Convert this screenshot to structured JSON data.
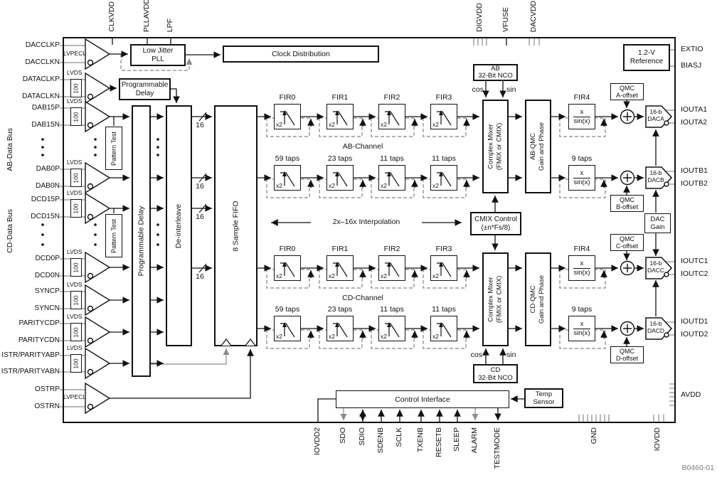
{
  "figure_code": "B0460-01",
  "bus_labels": {
    "ab": "AB-Data Bus",
    "cd": "CD-Data Bus"
  },
  "pins": {
    "left": [
      "DACCLKP",
      "DACCLKN",
      "DATACLKP",
      "DATACLKN",
      "DAB15P",
      "DAB15N",
      "DAB0P",
      "DAB0N",
      "DCD15P",
      "DCD15N",
      "DCD0P",
      "DCD0N",
      "SYNCP",
      "SYNCN",
      "PARITYCDP",
      "PARITYCDN",
      "ISTR/PARITYABP",
      "ISTR/PARITYABN",
      "OSTRP",
      "OSTRN"
    ],
    "top": [
      "CLKVDD",
      "PLLAVDD",
      "LPF",
      "DIGVDD",
      "VFUSE",
      "DACVDD"
    ],
    "bottom": [
      "IOVDD2",
      "SDO",
      "SDIO",
      "SDENB",
      "SCLK",
      "TXENB",
      "RESETB",
      "SLEEP",
      "ALARM",
      "TESTMODE",
      "GND",
      "IOVDD"
    ],
    "right": [
      "EXTIO",
      "BIASJ",
      "IOUTA1",
      "IOUTA2",
      "IOUTB1",
      "IOUTB2",
      "IOUTC1",
      "IOUTC2",
      "IOUTD1",
      "IOUTD2",
      "AVDD"
    ]
  },
  "io_types": {
    "lvpecl": "LVPECL",
    "lvds": "LVDS",
    "termination": "100"
  },
  "clocking": {
    "pll1": "Low Jitter",
    "pll2": "PLL",
    "clock_distribution": "Clock Distribution",
    "delay1": "Programmable",
    "delay2": "Delay"
  },
  "input_path": {
    "pattern_test": "Pattern Test",
    "programmable_delay": "Programmable Delay",
    "deinterleave": "De-interleave",
    "fifo": "8 Sample FIFO",
    "bus_width": "16"
  },
  "datapath": {
    "fir_names": [
      "FIR0",
      "FIR1",
      "FIR2",
      "FIR3"
    ],
    "fir_taps": [
      "59 taps",
      "23 taps",
      "11 taps",
      "11 taps"
    ],
    "x2": "x2",
    "ab_channel": "AB-Channel",
    "cd_channel": "CD-Channel",
    "interpolation": "2x–16x Interpolation",
    "fir4": "FIR4",
    "fir4_taps": "9 taps",
    "sinc_num": "x",
    "sinc_den": "sin(x)"
  },
  "mixing": {
    "nco_ab1": "AB",
    "nco_ab2": "32-Bit NCO",
    "nco_cd1": "CD",
    "nco_cd2": "32-Bit NCO",
    "cos": "cos",
    "sin": "sin",
    "mixer1": "Complex Mixer",
    "mixer2": "(FMIX or CMIX)",
    "qmc_ab1": "AB-QMC",
    "qmc_ab2": "Gain and Phase",
    "qmc_cd1": "CD-QMC",
    "qmc_cd2": "Gain and Phase",
    "cmix1": "CMIX Control",
    "cmix2": "(±n*Fs/8)"
  },
  "output_path": {
    "offsets": [
      [
        "QMC",
        "A-offset"
      ],
      [
        "QMC",
        "B-offset"
      ],
      [
        "QMC",
        "C-offset"
      ],
      [
        "QMC",
        "D-offset"
      ]
    ],
    "dac_gain1": "DAC",
    "dac_gain2": "Gain",
    "dac_bits": "16-b",
    "dac_names": [
      "DACA",
      "DACB",
      "DACC",
      "DACD"
    ]
  },
  "misc": {
    "reference1": "1.2-V",
    "reference2": "Reference",
    "control_interface": "Control Interface",
    "temp1": "Temp",
    "temp2": "Sensor"
  }
}
